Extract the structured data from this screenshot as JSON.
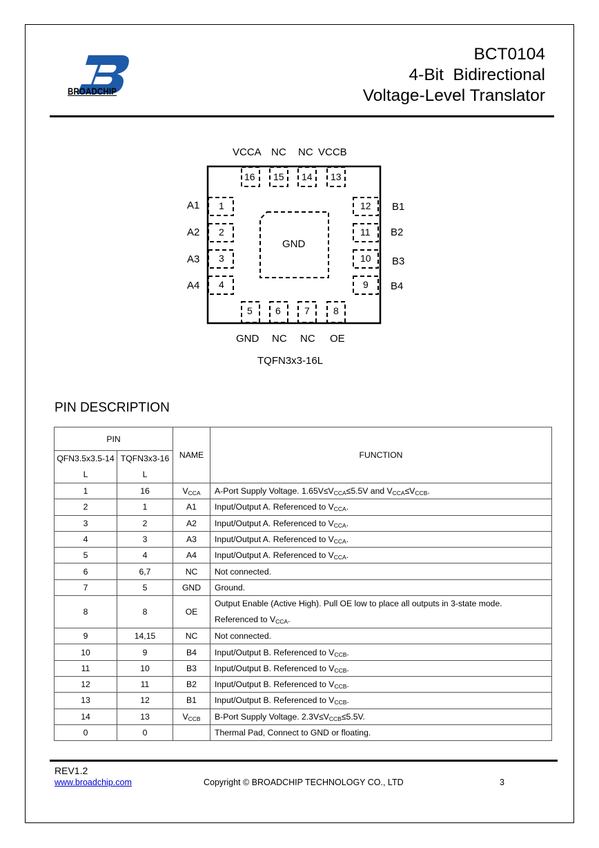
{
  "header": {
    "brand": "BROADCHIP",
    "title_line1": "BCT0104",
    "title_line2": "4-Bit  Bidirectional",
    "title_line3": "Voltage-Level Translator"
  },
  "package_diagram": {
    "top_labels": [
      "VCCA",
      "NC",
      "NC",
      "VCCB"
    ],
    "top_pins": [
      "16",
      "15",
      "14",
      "13"
    ],
    "left_labels": [
      "A1",
      "A2",
      "A3",
      "A4"
    ],
    "left_pins": [
      "1",
      "2",
      "3",
      "4"
    ],
    "right_labels": [
      "B1",
      "B2",
      "B3",
      "B4"
    ],
    "right_pins": [
      "12",
      "11",
      "10",
      "9"
    ],
    "bottom_pins": [
      "5",
      "6",
      "7",
      "8"
    ],
    "bottom_labels": [
      "GND",
      "NC",
      "NC",
      "OE"
    ],
    "center_label": "GND",
    "package_name": "TQFN3x3-16L"
  },
  "section_title": "PIN DESCRIPTION",
  "table": {
    "header_pin": "PIN",
    "header_col1_a": "QFN3.5x3.5-14",
    "header_col1_b": "L",
    "header_col2_a": "TQFN3x3-16",
    "header_col2_b": "L",
    "header_name": "NAME",
    "header_function": "FUNCTION",
    "rows": [
      {
        "qfn": "1",
        "tqfn": "16",
        "name": "V",
        "name_sub": "CCA",
        "f": [
          "A-Port Supply Voltage. 1.65V≤V",
          "CCA",
          "≤5.5V and V",
          "CCA",
          "≤V",
          "CCB",
          "."
        ]
      },
      {
        "qfn": "2",
        "tqfn": "1",
        "name": "A1",
        "name_sub": "",
        "f": [
          "Input/Output A. Referenced to V",
          "CCA",
          "."
        ]
      },
      {
        "qfn": "3",
        "tqfn": "2",
        "name": "A2",
        "name_sub": "",
        "f": [
          "Input/Output A. Referenced to V",
          "CCA",
          "."
        ]
      },
      {
        "qfn": "4",
        "tqfn": "3",
        "name": "A3",
        "name_sub": "",
        "f": [
          "Input/Output A. Referenced to V",
          "CCA",
          "."
        ]
      },
      {
        "qfn": "5",
        "tqfn": "4",
        "name": "A4",
        "name_sub": "",
        "f": [
          "Input/Output A. Referenced to V",
          "CCA",
          "."
        ]
      },
      {
        "qfn": "6",
        "tqfn": "6,7",
        "name": "NC",
        "name_sub": "",
        "f": [
          "Not connected."
        ]
      },
      {
        "qfn": "7",
        "tqfn": "5",
        "name": "GND",
        "name_sub": "",
        "f": [
          "Ground."
        ]
      },
      {
        "qfn": "8",
        "tqfn": "8",
        "name": "OE",
        "name_sub": "",
        "f": [
          "Output Enable (Active High). Pull OE low to place all outputs in 3-state mode.",
          "",
          ""
        ],
        "f2": [
          "Referenced to V",
          "CCA",
          "."
        ]
      },
      {
        "qfn": "9",
        "tqfn": "14,15",
        "name": "NC",
        "name_sub": "",
        "f": [
          "Not connected."
        ]
      },
      {
        "qfn": "10",
        "tqfn": "9",
        "name": "B4",
        "name_sub": "",
        "f": [
          "Input/Output B. Referenced to V",
          "CCB",
          "."
        ]
      },
      {
        "qfn": "11",
        "tqfn": "10",
        "name": "B3",
        "name_sub": "",
        "f": [
          "Input/Output B. Referenced to V",
          "CCB",
          "."
        ]
      },
      {
        "qfn": "12",
        "tqfn": "11",
        "name": "B2",
        "name_sub": "",
        "f": [
          "Input/Output B. Referenced to V",
          "CCB",
          "."
        ]
      },
      {
        "qfn": "13",
        "tqfn": "12",
        "name": "B1",
        "name_sub": "",
        "f": [
          "Input/Output B. Referenced to V",
          "CCB",
          "."
        ]
      },
      {
        "qfn": "14",
        "tqfn": "13",
        "name": "V",
        "name_sub": "CCB",
        "f": [
          "B-Port Supply Voltage. 2.3V≤V",
          "CCB",
          "≤5.5V."
        ]
      },
      {
        "qfn": "0",
        "tqfn": "0",
        "name": "",
        "name_sub": "",
        "f": [
          "Thermal Pad, Connect to GND or floating."
        ]
      }
    ]
  },
  "footer": {
    "rev": "REV1.2",
    "website": "www.broadchip.com",
    "copyright": "Copyright © BROADCHIP TECHNOLOGY CO., LTD",
    "page": "3"
  }
}
